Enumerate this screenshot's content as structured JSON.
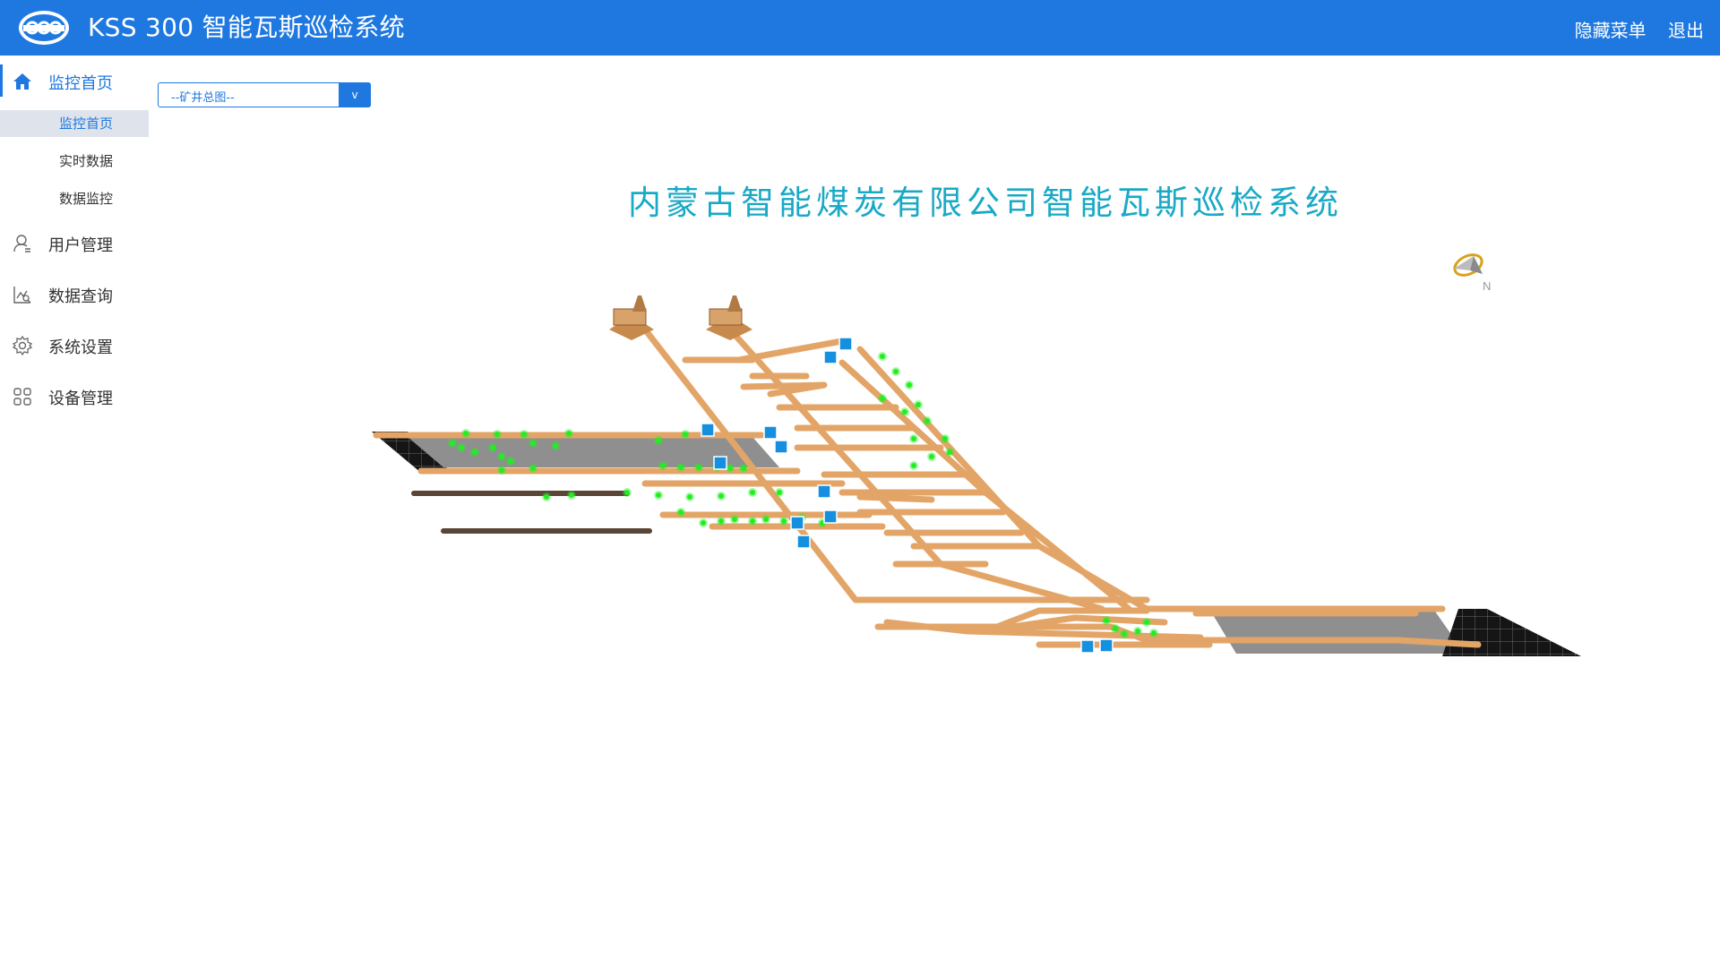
{
  "app": {
    "title": "KSS 300 智能瓦斯巡检系统",
    "logo_icon": "kss-logo-icon",
    "actions": {
      "hide_menu": "隐藏菜单",
      "logout": "退出"
    }
  },
  "sidebar": {
    "groups": [
      {
        "label": "监控首页",
        "icon": "home-icon",
        "active": true,
        "children": [
          "监控首页",
          "实时数据",
          "数据监控"
        ]
      },
      {
        "label": "用户管理",
        "icon": "user-icon"
      },
      {
        "label": "数据查询",
        "icon": "chart-search-icon"
      },
      {
        "label": "系统设置",
        "icon": "gear-icon"
      },
      {
        "label": "设备管理",
        "icon": "grid-icon"
      }
    ]
  },
  "mine_select": {
    "value": "--矿井总图--",
    "arrow": "v"
  },
  "main": {
    "title": "内蒙古智能煤炭有限公司智能瓦斯巡检系统",
    "compass_icon": "compass-icon",
    "compass_label": "N"
  },
  "colors": {
    "primary": "#1f78e0",
    "title": "#19a9c6",
    "tunnel": "#e3a567",
    "sensor_green": "#22ee22",
    "device_blue": "#1590e0"
  }
}
